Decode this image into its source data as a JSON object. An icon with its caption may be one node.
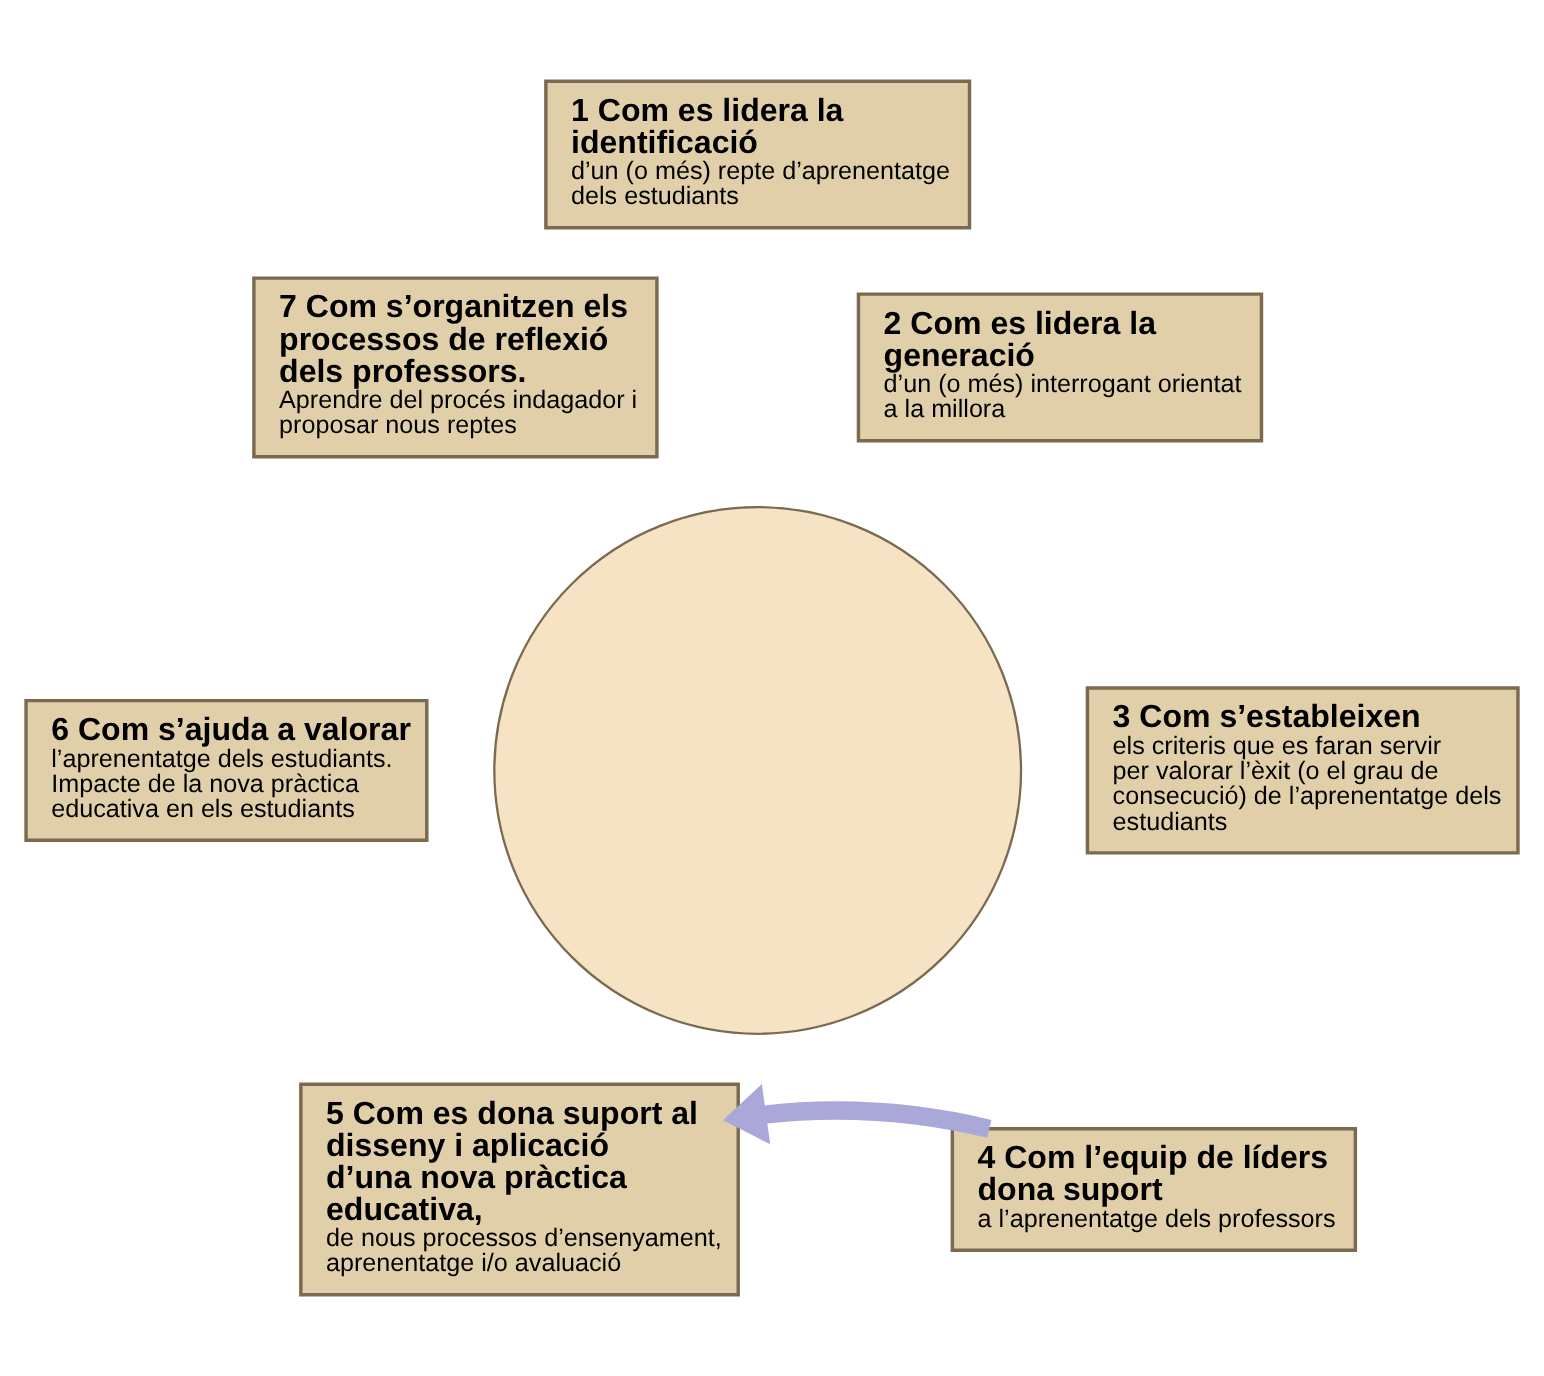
{
  "diagram": {
    "nodes": [
      {
        "text": [],
        "shape": "circle"
      },
      {
        "text": [
          "1 Com es lidera la identificació",
          "d’un (o més) repte d’aprenentatge dels estudiants"
        ]
      },
      {
        "text": [
          "2 Com es lidera la generació",
          "d’un (o més) interrogant orientat a la millora"
        ]
      },
      {
        "text": [
          "3 Com s’estableixen",
          "els criteris que es faran servir per valorar l’èxit (o el grau de consecució) de l’aprenentatge dels estudiants"
        ]
      },
      {
        "text": [
          "4 Com l’equip de líders dona suport",
          "a l’aprenentatge dels professors"
        ]
      },
      {
        "text": [
          "5 Com es dona suport al disseny i aplicació d’una nova pràctica educativa,",
          "de nous processos d’ensenyament, aprenentatge i/o avaluació"
        ]
      },
      {
        "text": [
          "6 Com s’ajuda a valorar",
          "l’aprenentatge dels estudiants. Impacte de la nova pràctica educativa en els estudiants"
        ]
      },
      {
        "text": [
          "7 Com s’organitzen els processos de reflexió dels professors.",
          "Aprendre del procés indagador i proposar nous reptes"
        ]
      }
    ],
    "edges": [
      {
        "from": 4,
        "to": 5,
        "arrow": "to",
        "color": "#aaa8d8"
      }
    ]
  }
}
